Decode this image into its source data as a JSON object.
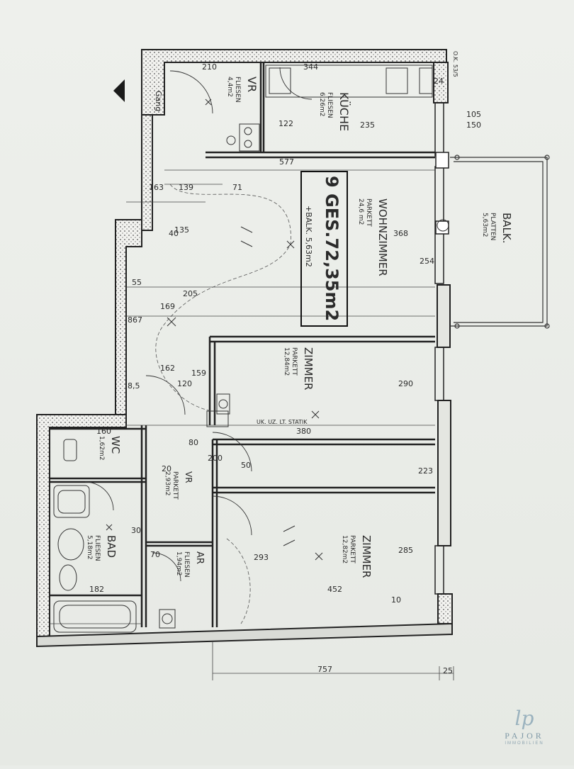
{
  "plan": {
    "top_code": "O.K. 53/5",
    "gang": "Gang",
    "labels": [
      {
        "id": "vr",
        "lines": [
          "VR",
          "FLIESEN",
          "4,4m2"
        ]
      },
      {
        "id": "kueche",
        "lines": [
          "KÜCHE",
          "FLIESEN",
          "6,26m2"
        ]
      },
      {
        "id": "wohnzimmer",
        "lines": [
          "WOHNZIMMER",
          "PARKETT",
          "24,6 m2"
        ]
      },
      {
        "id": "balkon",
        "lines": [
          "BALK.",
          "PLATTEN",
          "5,63m2"
        ]
      },
      {
        "id": "zimmer1",
        "lines": [
          "ZIMMER",
          "PARKETT",
          "12,84m2"
        ]
      },
      {
        "id": "zimmer2",
        "lines": [
          "ZIMMER",
          "PARKETT",
          "12,82m2"
        ]
      },
      {
        "id": "bad",
        "lines": [
          "BAD",
          "FLIESEN",
          "5,18m2"
        ]
      },
      {
        "id": "wc",
        "lines": [
          "WC",
          "1,62m2"
        ]
      },
      {
        "id": "vr2",
        "lines": [
          "VR",
          "PARKETT",
          "2,93m2"
        ]
      },
      {
        "id": "ar",
        "lines": [
          "AR",
          "FLIESEN",
          "1,94m2"
        ]
      }
    ],
    "total_box": {
      "line1": "9 GES.72,35m2",
      "line2": "+BALK. 5,63m2"
    },
    "static_note": "UK. UZ. LT. STATIK",
    "dims": [
      "210",
      "344",
      "235",
      "577",
      "139",
      "71",
      "55",
      "169",
      "867",
      "205",
      "162",
      "120",
      "159",
      "380",
      "290",
      "285",
      "452",
      "757",
      "182",
      "160",
      "105",
      "150",
      "254",
      "368",
      "122",
      "50",
      "200",
      "80",
      "30",
      "25",
      "10",
      "70",
      "20",
      "40",
      "8,5",
      "163",
      "223",
      "293",
      "24",
      "135"
    ]
  },
  "brand": {
    "mark": "lp",
    "name": "PAJOR",
    "sub": "IMMOBILIEN"
  }
}
